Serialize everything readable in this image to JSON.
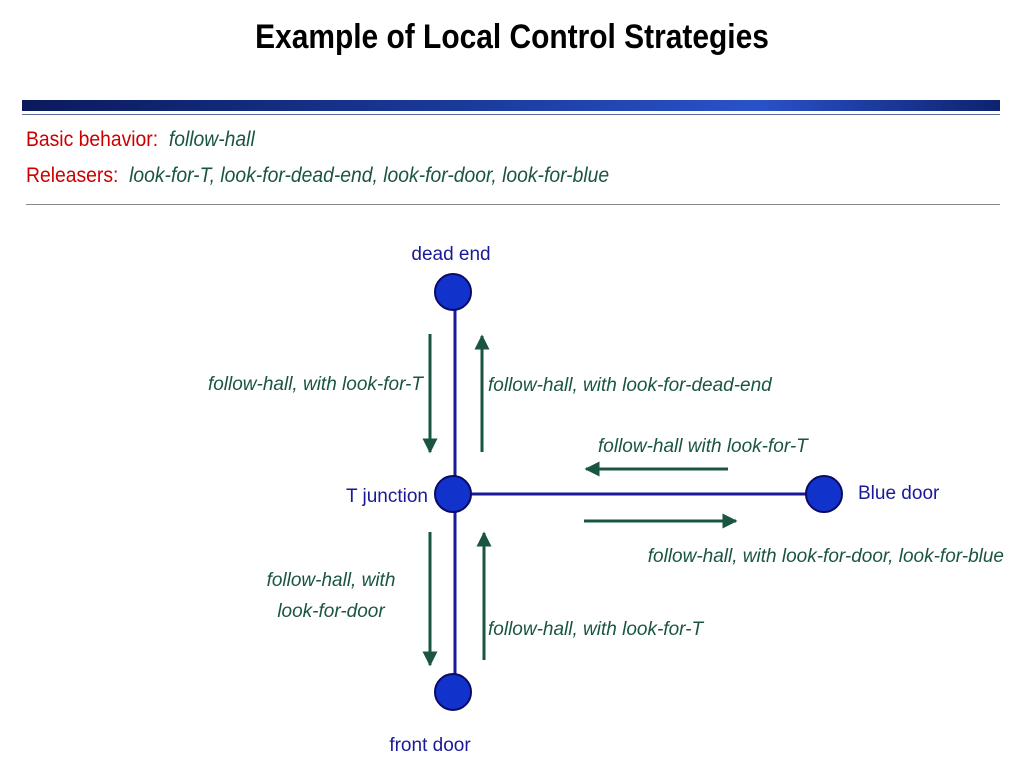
{
  "title": "Example of Local Control Strategies",
  "basic_behavior": {
    "label": "Basic behavior:",
    "value": "follow-hall"
  },
  "releasers": {
    "label": "Releasers:",
    "value": "look-for-T, look-for-dead-end, look-for-door, look-for-blue"
  },
  "nodes": {
    "dead_end": "dead end",
    "t_junction": "T junction",
    "blue_door": "Blue door",
    "front_door": "front door"
  },
  "edges": {
    "down_upper": "follow-hall, with look-for-T",
    "up_upper": "follow-hall, with look-for-dead-end",
    "left_right": "follow-hall with look-for-T",
    "right_right": "follow-hall, with look-for-door, look-for-blue",
    "down_lower_1": "follow-hall, with",
    "down_lower_2": "look-for-door",
    "up_lower": "follow-hall, with look-for-T"
  },
  "colors": {
    "node_fill": "#1133cc",
    "node_stroke": "#0a0a66",
    "hallway": "#1a1a99",
    "arrow": "#1a5540",
    "label_red": "#cc0000"
  }
}
